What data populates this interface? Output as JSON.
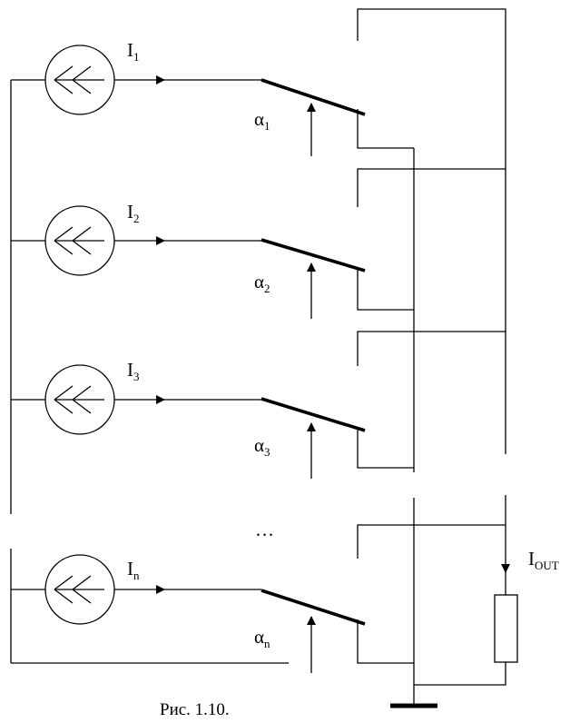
{
  "sources": [
    {
      "current_label": "I",
      "current_sub": "1",
      "switch_label": "α",
      "switch_sub": "1"
    },
    {
      "current_label": "I",
      "current_sub": "2",
      "switch_label": "α",
      "switch_sub": "2"
    },
    {
      "current_label": "I",
      "current_sub": "3",
      "switch_label": "α",
      "switch_sub": "3"
    },
    {
      "current_label": "I",
      "current_sub": "n",
      "switch_label": "α",
      "switch_sub": "n"
    }
  ],
  "ellipsis": "…",
  "output": {
    "label": "I",
    "sub": "OUT"
  },
  "caption": "Рис. 1.10."
}
